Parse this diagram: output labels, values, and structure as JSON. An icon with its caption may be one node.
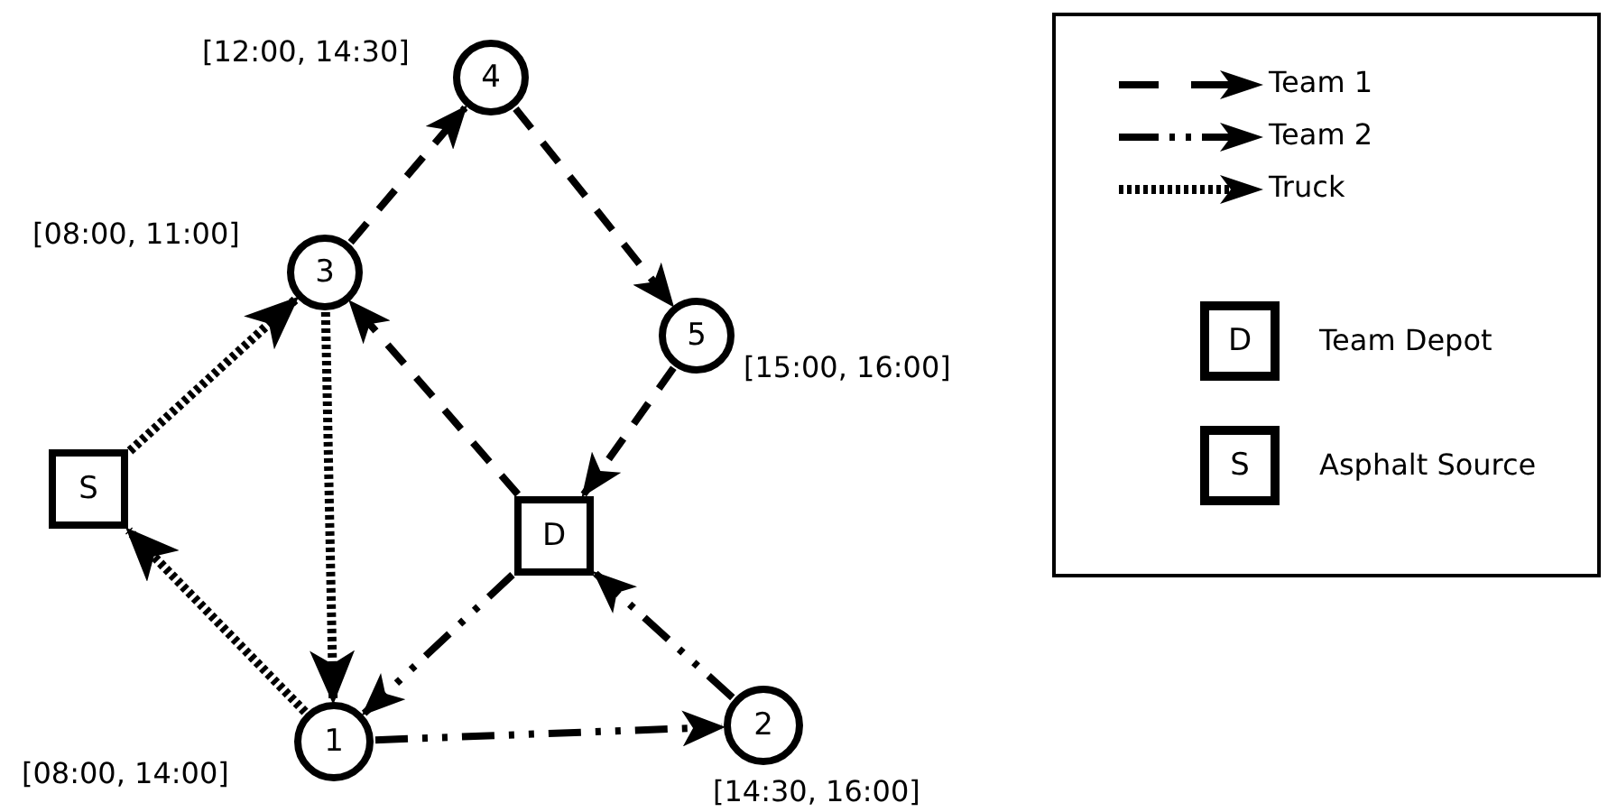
{
  "diagram": {
    "nodes": [
      {
        "text": [
          "4"
        ],
        "beside": [
          "[12:00, 14:30]"
        ]
      },
      {
        "text": [
          "3"
        ],
        "beside": [
          "[08:00, 11:00]"
        ]
      },
      {
        "text": [
          "5"
        ],
        "beside": [
          "[15:00, 16:00]"
        ]
      },
      {
        "text": [
          "S"
        ]
      },
      {
        "text": [
          "D"
        ]
      },
      {
        "text": [
          "1"
        ],
        "beside": [
          "[08:00, 14:00]"
        ]
      },
      {
        "text": [
          "2"
        ],
        "beside": [
          "[14:30, 16:00]"
        ]
      }
    ],
    "edges": [
      {
        "from": 1,
        "to": 0,
        "arrow": "to",
        "style": "dashed"
      },
      {
        "from": 0,
        "to": 2,
        "arrow": "to",
        "style": "dashed"
      },
      {
        "from": 2,
        "to": 4,
        "arrow": "to",
        "style": "dashed"
      },
      {
        "from": 4,
        "to": 1,
        "arrow": "to",
        "style": "dashed"
      },
      {
        "from": 4,
        "to": 5,
        "arrow": "to",
        "style": "dashed"
      },
      {
        "from": 5,
        "to": 6,
        "arrow": "to",
        "style": "dashed"
      },
      {
        "from": 6,
        "to": 4,
        "arrow": "to",
        "style": "dashed"
      },
      {
        "from": 5,
        "to": 3,
        "arrow": "to",
        "style": "dashed"
      },
      {
        "from": 3,
        "to": 1,
        "arrow": "to",
        "style": "dashed"
      },
      {
        "from": 1,
        "to": 5,
        "arrow": "to",
        "style": "dashed"
      }
    ],
    "labels": [
      "D",
      "S"
    ],
    "legend": [
      {
        "text": "Team 1"
      },
      {
        "text": "Team 2"
      },
      {
        "text": "Truck"
      },
      {
        "text": "Team Depot"
      },
      {
        "text": "Asphalt Source"
      }
    ]
  }
}
